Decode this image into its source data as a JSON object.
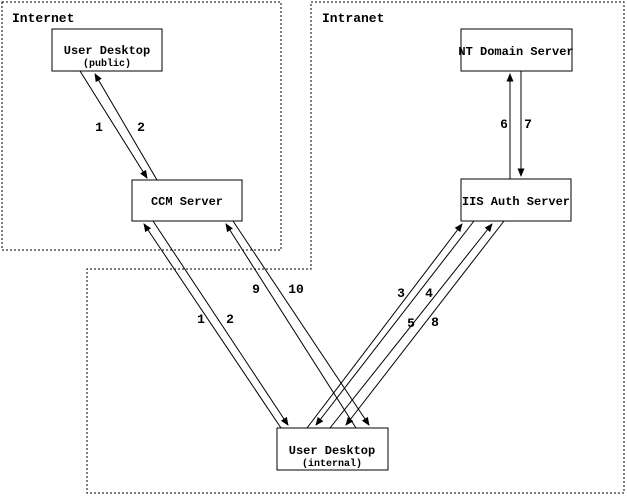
{
  "diagram": {
    "zones": [
      {
        "id": "internet",
        "label": "Internet"
      },
      {
        "id": "intranet",
        "label": "Intranet"
      }
    ],
    "nodes": [
      {
        "id": "user-desktop-public",
        "title": "User Desktop",
        "subtitle": "(public)"
      },
      {
        "id": "nt-domain-server",
        "title": "NT Domain Server"
      },
      {
        "id": "ccm-server",
        "title": "CCM Server"
      },
      {
        "id": "iis-auth-server",
        "title": "IIS Auth Server"
      },
      {
        "id": "user-desktop-internal",
        "title": "User Desktop",
        "subtitle": "(internal)"
      }
    ],
    "arrows": [
      {
        "label": "1",
        "from": "user-desktop-public",
        "to": "ccm-server"
      },
      {
        "label": "2",
        "from": "ccm-server",
        "to": "user-desktop-public"
      },
      {
        "label": "1",
        "from": "user-desktop-internal",
        "to": "ccm-server"
      },
      {
        "label": "2",
        "from": "ccm-server",
        "to": "user-desktop-internal"
      },
      {
        "label": "9",
        "from": "user-desktop-internal",
        "to": "ccm-server"
      },
      {
        "label": "10",
        "from": "ccm-server",
        "to": "user-desktop-internal"
      },
      {
        "label": "3",
        "from": "user-desktop-internal",
        "to": "iis-auth-server"
      },
      {
        "label": "4",
        "from": "iis-auth-server",
        "to": "user-desktop-internal"
      },
      {
        "label": "5",
        "from": "user-desktop-internal",
        "to": "iis-auth-server"
      },
      {
        "label": "8",
        "from": "iis-auth-server",
        "to": "user-desktop-internal"
      },
      {
        "label": "6",
        "from": "iis-auth-server",
        "to": "nt-domain-server"
      },
      {
        "label": "7",
        "from": "nt-domain-server",
        "to": "iis-auth-server"
      }
    ],
    "colors": {
      "line": "#000000",
      "background": "#ffffff"
    }
  }
}
